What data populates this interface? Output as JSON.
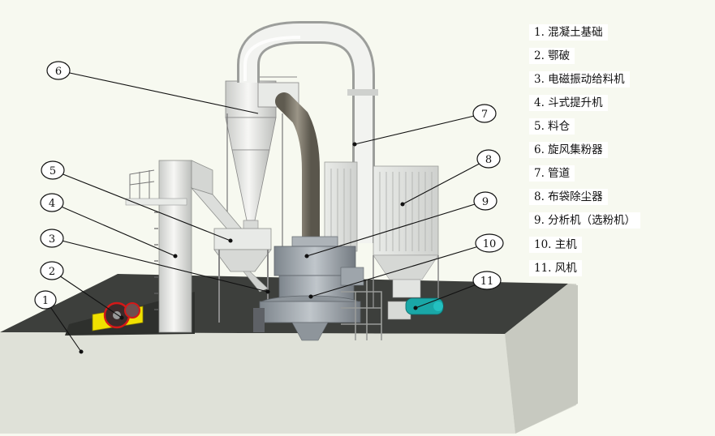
{
  "diagram": {
    "callouts": [
      {
        "id": "1",
        "text": "1"
      },
      {
        "id": "2",
        "text": "2"
      },
      {
        "id": "3",
        "text": "3"
      },
      {
        "id": "4",
        "text": "4"
      },
      {
        "id": "5",
        "text": "5"
      },
      {
        "id": "6",
        "text": "6"
      },
      {
        "id": "7",
        "text": "7"
      },
      {
        "id": "8",
        "text": "8"
      },
      {
        "id": "9",
        "text": "9"
      },
      {
        "id": "10",
        "text": "10"
      },
      {
        "id": "11",
        "text": "11"
      }
    ],
    "legend": [
      "1.  混凝土基础",
      "2.  鄂破",
      "3.  电磁振动给料机",
      "4.  斗式提升机",
      "5.  料仓",
      "6.  旋风集粉器",
      "7.  管道",
      "8.  布袋除尘器",
      "9.  分析机（选粉机）",
      "10.  主机",
      "11.  风机"
    ],
    "colors": {
      "background": "#f7f9f0",
      "platform_top": "#3d3f3c",
      "platform_front": "#d9dbd2",
      "equipment": "#e4e6e3",
      "mill": "#9fa6ad",
      "duct": "#7d786b",
      "crusher": "#f0e000",
      "fan": "#1aa7a7"
    }
  }
}
